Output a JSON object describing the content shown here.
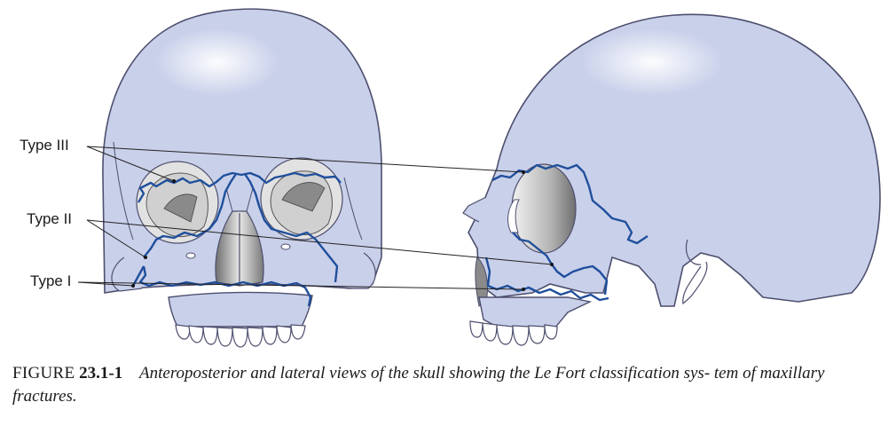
{
  "labels": {
    "type3": "Type III",
    "type2": "Type II",
    "type1": "Type I"
  },
  "caption": {
    "lead": "FIGURE",
    "number": "23.1-1",
    "text": "Anteroposterior and lateral views of the skull showing the Le Fort classification sys- tem of maxillary fractures."
  },
  "colors": {
    "skull_fill": "#c9d0ea",
    "skull_outline": "#4d4f6e",
    "fracture_line": "#1f4f9c",
    "orbit_gray": "#8a8a8a",
    "leader_line": "#222222"
  }
}
